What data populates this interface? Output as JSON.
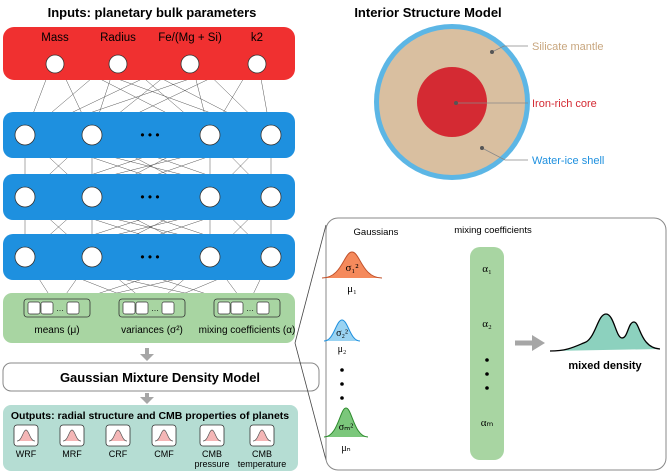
{
  "inputs": {
    "title": "Inputs: planetary bulk parameters",
    "params": [
      "Mass",
      "Radius",
      "Fe/(Mg + Si)",
      "k2"
    ]
  },
  "network": {
    "ellipsis": "• • •"
  },
  "gmm_params": {
    "groups": [
      {
        "label": "means (μ)",
        "ellipsis": "…"
      },
      {
        "label": "variances (σ²)",
        "ellipsis": "…"
      },
      {
        "label": "mixing coefficients (α)",
        "ellipsis": "…"
      }
    ]
  },
  "gmm_box": {
    "title": "Gaussian Mixture Density Model"
  },
  "outputs": {
    "title": "Outputs: radial structure and CMB properties of planets",
    "items": [
      "WRF",
      "MRF",
      "CRF",
      "CMF",
      "CMB\npressure",
      "CMB\ntemperature"
    ]
  },
  "structure": {
    "title": "Interior Structure Model",
    "layers": [
      {
        "label": "Silicate mantle",
        "color": "#D9BFA0"
      },
      {
        "label": "Iron-rich core",
        "color": "#D42A33"
      },
      {
        "label": "Water-ice shell",
        "color": "#3FA9E0"
      }
    ]
  },
  "mixture_panel": {
    "gaussians_label": "Gaussians",
    "mixing_label": "mixing coefficients",
    "gaussians": [
      {
        "sigma": "σ₁²",
        "mu": "μ₁",
        "color": "#F07F4F"
      },
      {
        "sigma": "σ₂²",
        "mu": "μ₂",
        "color": "#3FA9E0"
      },
      {
        "sigma": "σₘ²",
        "mu": "μₙ",
        "color": "#4FB04F"
      }
    ],
    "alphas": [
      "α₁",
      "α₂",
      "αₘ"
    ],
    "vertical_dots": "•",
    "result_label": "mixed density"
  },
  "colors": {
    "input_bar": "#F03030",
    "hidden_bar": "#1E90DF",
    "param_bar": "#A8D5A2",
    "output_bar": "#B5DDD3",
    "arrow": "#A6A6A6"
  }
}
